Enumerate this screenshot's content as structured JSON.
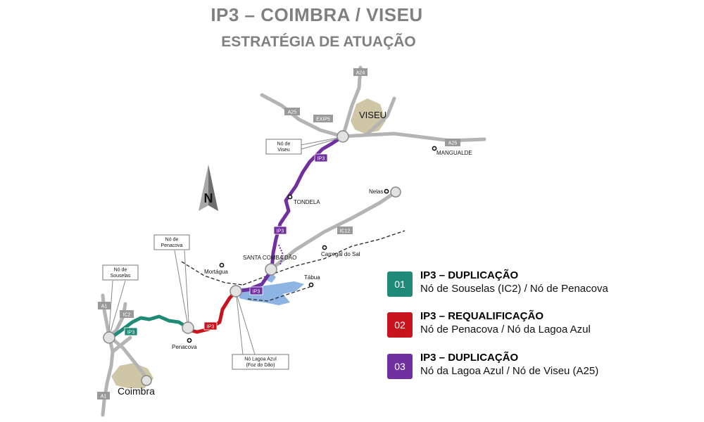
{
  "header": {
    "title": "IP3 – COIMBRA / VISEU",
    "subtitle": "ESTRATÉGIA DE ATUAÇÃO"
  },
  "colors": {
    "phase1": "#1f8a78",
    "phase2": "#c8141c",
    "phase3": "#7030a0",
    "road": "#b0b0b0",
    "water": "#8eb4e3",
    "urban": "#c9c09b"
  },
  "map": {
    "north": "N",
    "cities": {
      "viseu": "VISEU",
      "coimbra": "Coimbra",
      "tondela": "TONDELA",
      "mangualde": "MANGUALDE",
      "nelas": "Nelas",
      "carregal": "Carregal do Sal",
      "santa_comba": "SANTA COMBA DÃO",
      "tabua": "Tábua",
      "mortagua": "Mortágua",
      "penacova": "Penacova"
    },
    "shields": {
      "a24": "A24",
      "a25_left": "A25",
      "a25_right": "A25",
      "exip5": "EXIP5",
      "ic12": "IC12",
      "a1_top": "A1",
      "a1_bottom": "A1",
      "ic2": "IC2",
      "ip3_1": "IP3",
      "ip3_2": "IP3",
      "ip3_3": "IP3",
      "ip3_4": "IP3",
      "ip3_5": "IP3"
    },
    "callouts": {
      "viseu": [
        "Nó de",
        "Viseu"
      ],
      "penacova": [
        "Nó de",
        "Penacova"
      ],
      "souselas": [
        "Nó de",
        "Souselas"
      ],
      "lagoa": [
        "Nó Lagoa Azul",
        "(Foz do Dão)"
      ]
    }
  },
  "legend": [
    {
      "number": "01",
      "title": "IP3 – DUPLICAÇÃO",
      "subtitle": "Nó de Souselas (IC2) / Nó de Penacova",
      "color": "#1f8a78"
    },
    {
      "number": "02",
      "title": "IP3 – REQUALIFICAÇÃO",
      "subtitle": "Nó de Penacova / Nó da Lagoa Azul",
      "color": "#c8141c"
    },
    {
      "number": "03",
      "title": "IP3 – DUPLICAÇÃO",
      "subtitle": "Nó da Lagoa Azul / Nó de Viseu (A25)",
      "color": "#7030a0"
    }
  ]
}
